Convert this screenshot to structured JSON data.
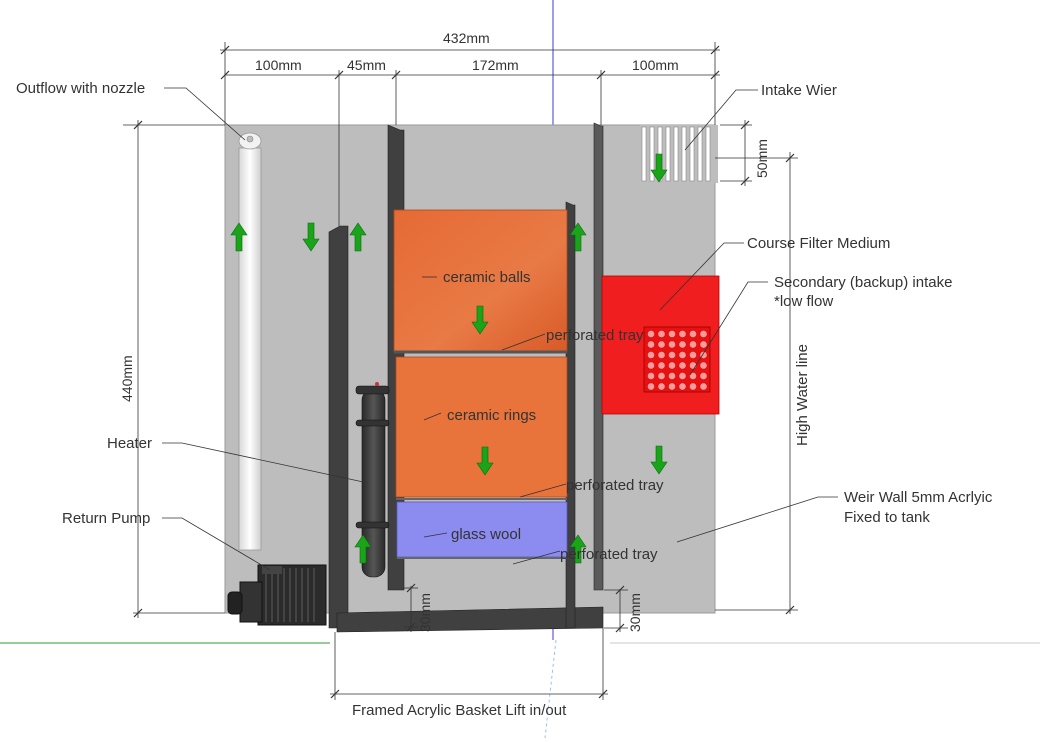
{
  "labels": {
    "outflow": "Outflow with nozzle",
    "intake_weir": "Intake Wier",
    "course_filter": "Course Filter Medium",
    "secondary_intake_1": "Secondary (backup) intake",
    "secondary_intake_2": "*low flow",
    "high_water": "High Water line",
    "heater": "Heater",
    "return_pump": "Return Pump",
    "weir_wall_1": "Weir Wall 5mm Acrlyic",
    "weir_wall_2": "Fixed to tank",
    "ceramic_balls": "ceramic balls",
    "ceramic_rings": "ceramic rings",
    "glass_wool": "glass wool",
    "tray_1": "perforated tray",
    "tray_2": "perforated tray",
    "tray_3": "perforated tray",
    "basket": "Framed Acrylic Basket Lift in/out"
  },
  "dimensions": {
    "total_width": "432mm",
    "left_chamber": "100mm",
    "gap": "45mm",
    "middle": "172mm",
    "right_chamber": "100mm",
    "weir_height": "50mm",
    "height": "440mm",
    "gap_bottom_1": "30mm",
    "gap_bottom_2": "30mm"
  },
  "colors": {
    "tank": "#bdbdbd",
    "wall": "#404040",
    "media_orange": "#e8743c",
    "glass_wool": "#8c8cf0",
    "filter_red": "#f01e1e",
    "arrow_green": "#1aa41a"
  }
}
